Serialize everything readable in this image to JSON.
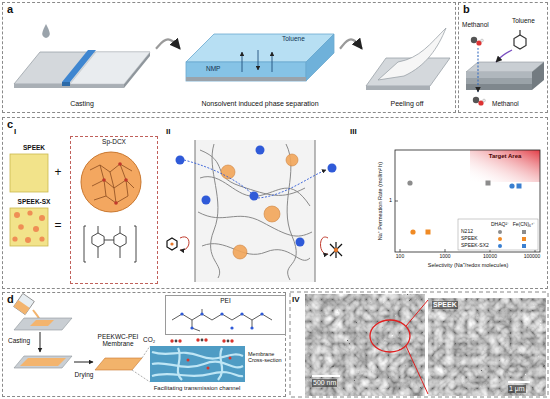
{
  "diagram": {
    "nodes": [
      {
        "text": [
          "a"
        ]
      },
      {
        "text": [
          "Casting"
        ],
        "in": 0
      },
      {
        "text": [
          "Nonsolvent induced phase separation"
        ],
        "in": 0
      },
      {
        "text": [
          "Peeling off"
        ],
        "in": 0
      },
      {
        "text": [
          "b"
        ]
      },
      {
        "text": [
          "c"
        ]
      },
      {
        "text": [
          "SPEEK"
        ],
        "in": 5
      },
      {
        "text": [
          "SPEEK-SX"
        ],
        "in": 5
      },
      {
        "text": [
          "Sp-DCX"
        ],
        "in": 5
      },
      {
        "text": [
          "d"
        ]
      },
      {
        "text": [
          "PEI"
        ],
        "in": 9
      }
    ],
    "edges": [
      {
        "from": 1,
        "to": 2,
        "arrow": "to"
      },
      {
        "from": 2,
        "to": 3,
        "arrow": "to"
      }
    ],
    "labels": [
      "Toluene",
      "NMP",
      "Methanol",
      "Toluene",
      "Methanol",
      "I",
      "+",
      "=",
      "II",
      "III",
      "Target Area",
      "1",
      "100",
      "1000",
      "10000",
      "100000",
      "Na⁺ Permeation Rate (mol/m² h)",
      "Selectivity (Na⁺/redox molecules)",
      "DHAQ²⁻",
      "Fe(CN)₆⁴⁻",
      "Casting",
      "Drying",
      "PEEKWC-PEI Membrane",
      "CO₂",
      "Membrane Cross-section",
      "Facilitating transmission channel",
      "IV",
      "SPEEK",
      "500 nm",
      "1 μm"
    ],
    "legend": [
      {
        "text": "N212"
      },
      {
        "text": "SPEEK"
      },
      {
        "text": "SPEEK-SX2"
      }
    ]
  }
}
